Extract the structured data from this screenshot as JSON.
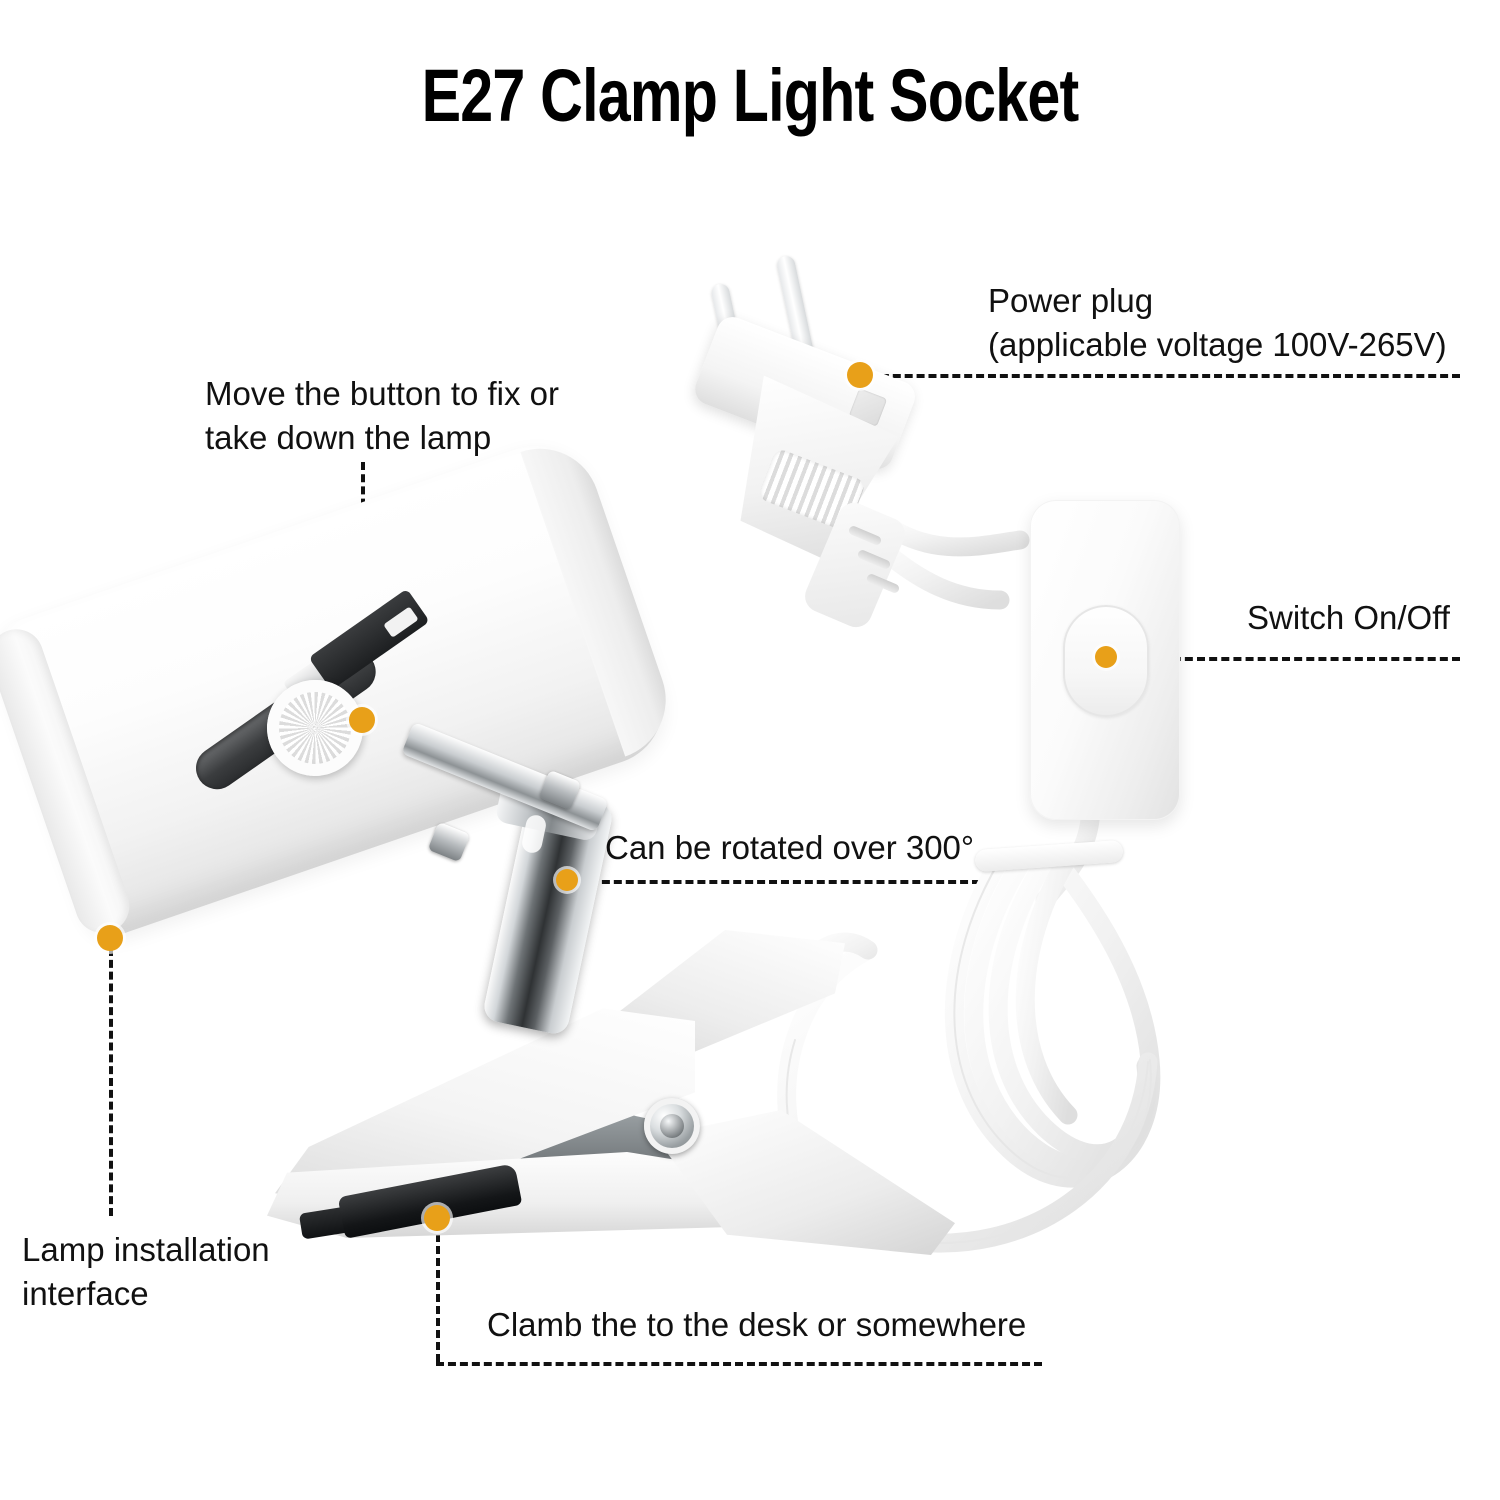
{
  "page": {
    "title": "E27 Clamp Light Socket",
    "background_color": "#ffffff",
    "accent_color": "#e8a019",
    "leader_color": "#111111"
  },
  "callouts": [
    {
      "id": "move-button",
      "label": "Move the button to fix or\ntake down the lamp",
      "marker": "callout-dot",
      "target": "thumbscrew-knob"
    },
    {
      "id": "power-plug",
      "label": "Power plug\n(applicable voltage 100V-265V)",
      "marker": "callout-dot",
      "target": "power-plug"
    },
    {
      "id": "switch",
      "label": "Switch On/Off",
      "marker": "callout-dot",
      "target": "switch-rocker"
    },
    {
      "id": "rotation",
      "label": "Can be rotated over 300°",
      "marker": "callout-dot",
      "target": "swivel-joint"
    },
    {
      "id": "lamp-interface",
      "label": "Lamp installation\ninterface",
      "marker": "callout-dot",
      "target": "lamp-socket-body"
    },
    {
      "id": "clamp",
      "label": "Clamb the to the desk or somewhere",
      "marker": "callout-dot",
      "target": "clamp-grip-pad"
    }
  ],
  "product": {
    "name": "E27 clamp light socket",
    "parts": [
      "lamp-socket-head",
      "thumbscrew-knob",
      "swivel-joint",
      "spring-clamp",
      "power-cord",
      "inline-switch",
      "power-plug"
    ]
  }
}
